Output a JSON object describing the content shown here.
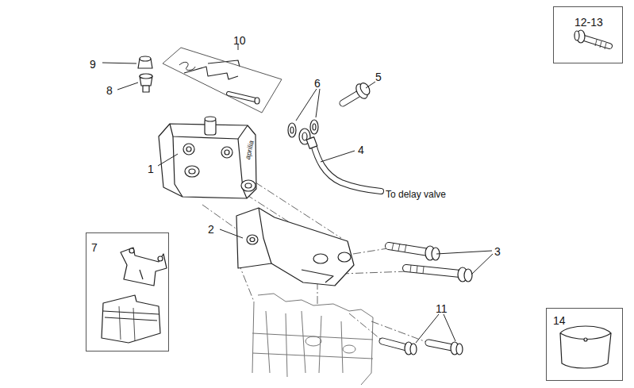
{
  "diagram": {
    "nodes": [
      {
        "text": [
          "12-13"
        ]
      },
      {
        "text": [
          "10"
        ]
      },
      {
        "text": [
          "7"
        ]
      },
      {
        "text": [
          "14"
        ]
      }
    ],
    "labels": [
      "1",
      "2",
      "3",
      "4",
      "5",
      "6",
      "8",
      "9",
      "11",
      "To delay valve",
      "aprilia"
    ]
  }
}
